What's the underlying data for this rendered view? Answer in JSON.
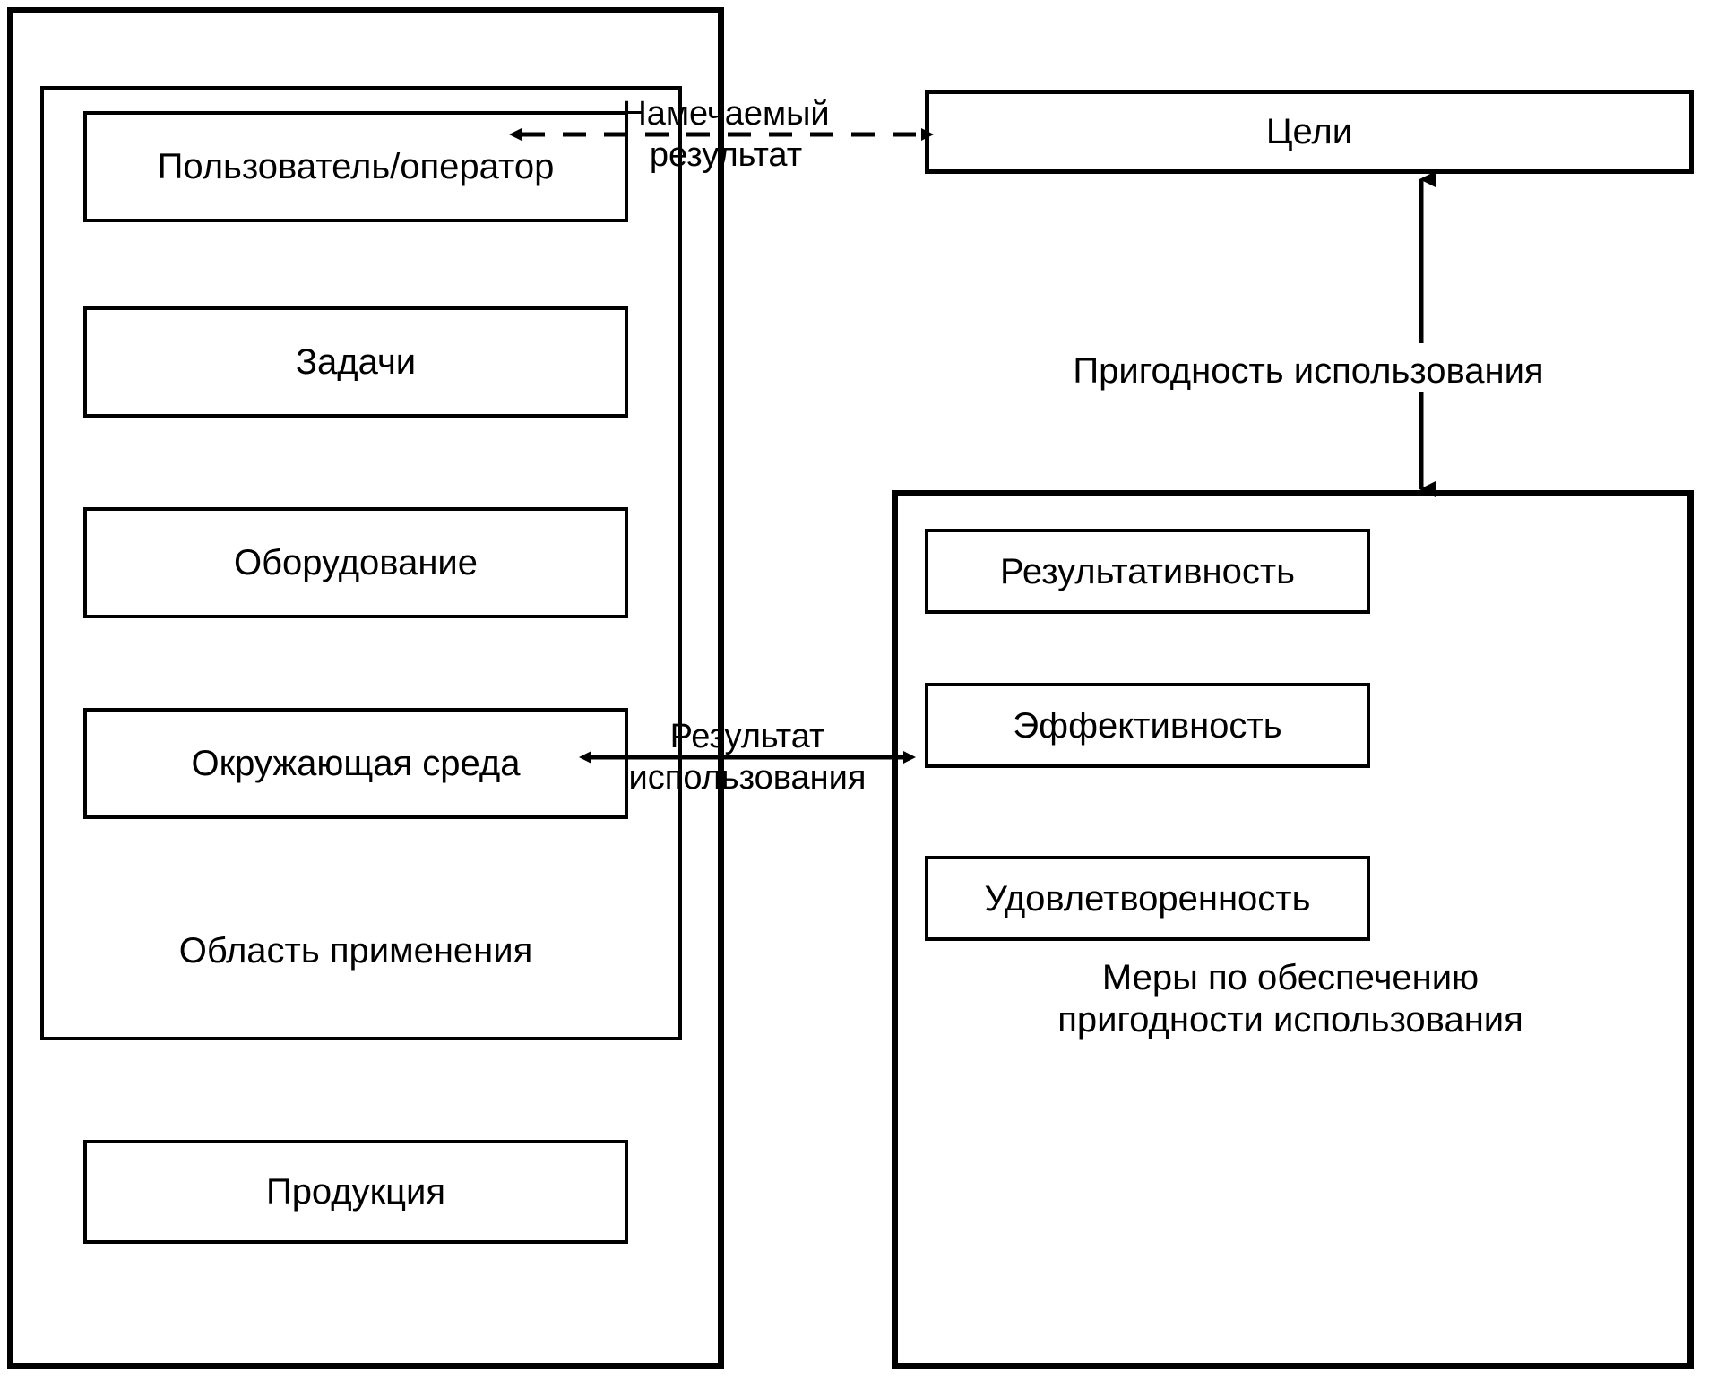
{
  "diagram": {
    "title": "Пригодность использования",
    "left_panel": {
      "caption": "Область применения",
      "items": [
        {
          "label": "Пользователь/оператор"
        },
        {
          "label": "Задачи"
        },
        {
          "label": "Оборудование"
        },
        {
          "label": "Окружающая среда"
        }
      ]
    },
    "left_outer": {
      "items": [
        {
          "label": "Продукция"
        }
      ]
    },
    "goals_box": {
      "label": "Цели"
    },
    "measures_panel": {
      "caption_line1": "Меры по обеспечению",
      "caption_line2": "пригодности использования",
      "items": [
        {
          "label": "Результативность"
        },
        {
          "label": "Эффективность"
        },
        {
          "label": "Удовлетворенность"
        }
      ]
    },
    "connectors": [
      {
        "name": "intended-outcome",
        "line1": "Намечаемый",
        "line2": "результат",
        "style": "dashed",
        "direction": "bidirectional"
      },
      {
        "name": "usage-result",
        "line1": "Результат",
        "line2": "использования",
        "style": "solid",
        "direction": "bidirectional"
      },
      {
        "name": "usability-link",
        "line1": "Пригодность использования",
        "line2": "",
        "style": "solid",
        "direction": "both-vertical"
      }
    ],
    "colors": {
      "stroke": "#000000",
      "background": "#ffffff"
    }
  }
}
